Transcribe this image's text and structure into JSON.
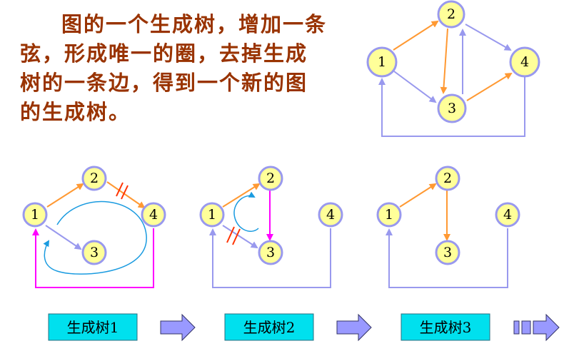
{
  "intro_text": "图的一个生成树，增加一条弦，形成唯一的圈，去掉生成树的一条边，得到一个新的图的生成树。",
  "node_labels": [
    "1",
    "2",
    "3",
    "4"
  ],
  "tree_labels": [
    "生成树1",
    "生成树2",
    "生成树3"
  ],
  "colors": {
    "text": "#993300",
    "node_fill": "#ffff99",
    "node_stroke": "#9999ee",
    "tree_edge": "#ff9933",
    "non_tree_edge": "#9999ee",
    "added_chord": "#ff00ff",
    "removed_mark": "#ff3300",
    "cycle_arrow": "#1a9be0",
    "label_fill": "#00e0ee",
    "block_arrow_fill": "#9999ff"
  }
}
